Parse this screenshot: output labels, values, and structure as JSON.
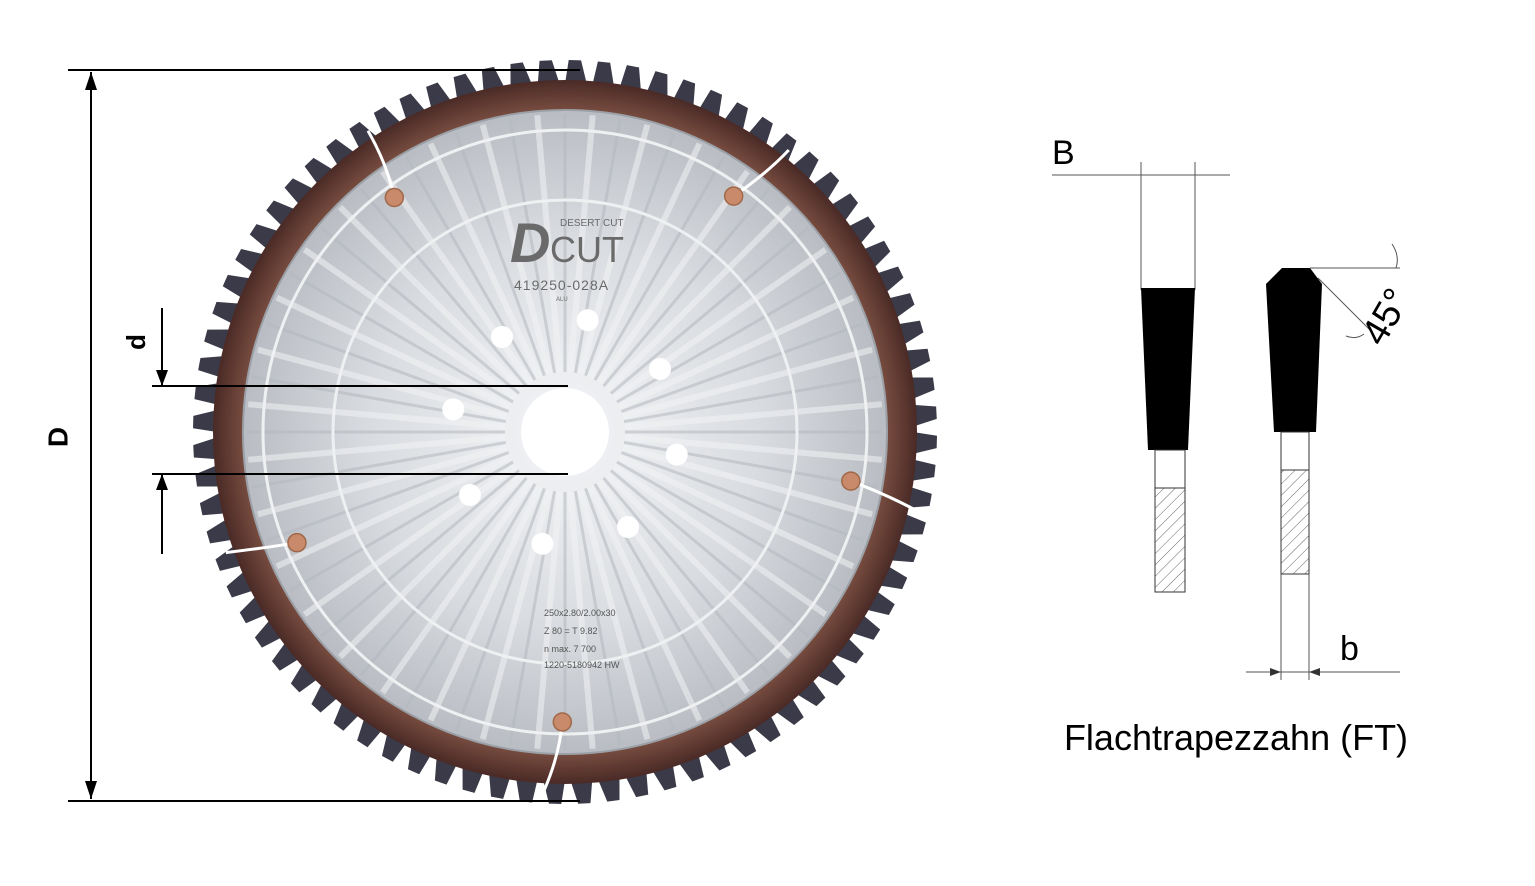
{
  "dimensions": {
    "outer_diameter_label": "D",
    "bore_label": "d",
    "tooth_width_label": "B",
    "body_thickness_label": "b",
    "bevel_angle_label": "45°"
  },
  "tooth_type_caption": "Flachtrapezzahn (FT)",
  "blade": {
    "brand_small": "DESERT CUT",
    "brand_large_d": "D",
    "brand_large_rest": "CUT",
    "article_number": "419250-028A",
    "sub_code": "ALU",
    "spec_lines": [
      "250x2.80/2.00x30",
      "Z 80 = T 9.82",
      "n max. 7 700",
      "1220-5180942 HW"
    ]
  },
  "colors": {
    "blade_body": "#c9cdd2",
    "blade_rim": "#6b3d33",
    "teeth": "#3a3a48",
    "rivet": "#c98a6c",
    "tooth_fill": "#000000",
    "lines": "#000000"
  }
}
